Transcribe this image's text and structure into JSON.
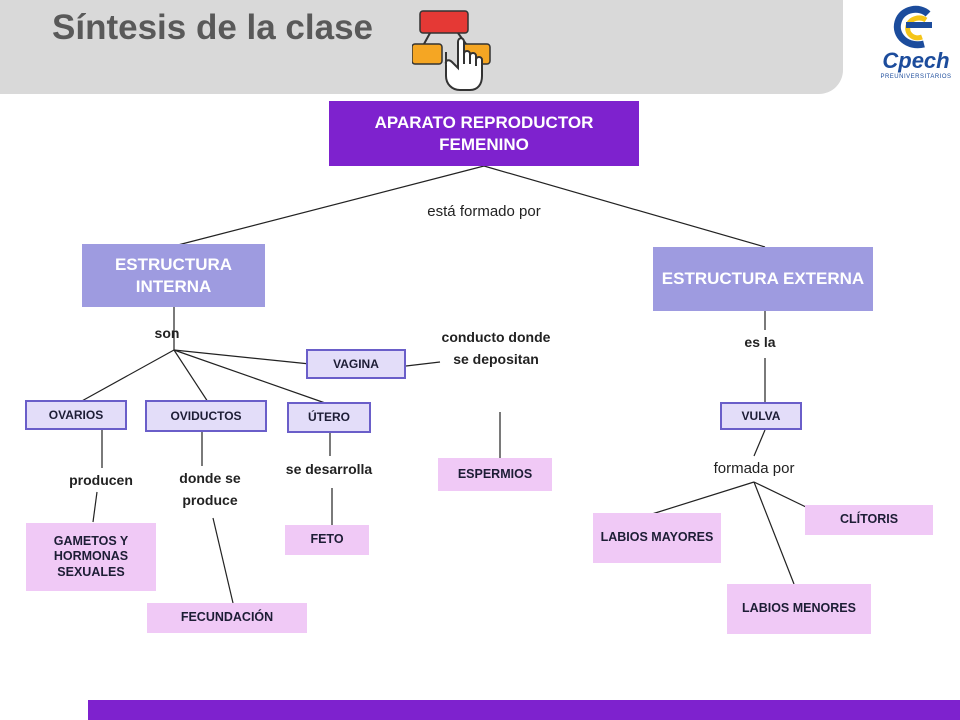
{
  "header": {
    "title": "Síntesis de la clase",
    "logo_text": "Cpech",
    "logo_sub": "PREUNIVERSITARIOS"
  },
  "colors": {
    "root": "#7e22ce",
    "branch": "#9e9be0",
    "node": "#e3ddf9",
    "leaf": "#f0c9f6"
  },
  "diagram": {
    "root": "APARATO REPRODUCTOR FEMENINO",
    "root_link": "está formado por",
    "internal": {
      "title": "ESTRUCTURA INTERNA",
      "link": "son",
      "vagina": "VAGINA",
      "vagina_link": "conducto donde se depositan",
      "espermios": "ESPERMIOS",
      "ovarios": "OVARIOS",
      "ovarios_link": "producen",
      "gametos": "GAMETOS Y HORMONAS SEXUALES",
      "oviductos": "OVIDUCTOS",
      "oviductos_link": "donde se produce",
      "fecundacion": "FECUNDACIÓN",
      "utero": "ÚTERO",
      "utero_link": "se desarrolla",
      "feto": "FETO"
    },
    "external": {
      "title": "ESTRUCTURA EXTERNA",
      "link": "es la",
      "vulva": "VULVA",
      "vulva_link": "formada por",
      "labios_mayores": "LABIOS MAYORES",
      "labios_menores": "LABIOS MENORES",
      "clitoris": "CLÍTORIS"
    }
  }
}
